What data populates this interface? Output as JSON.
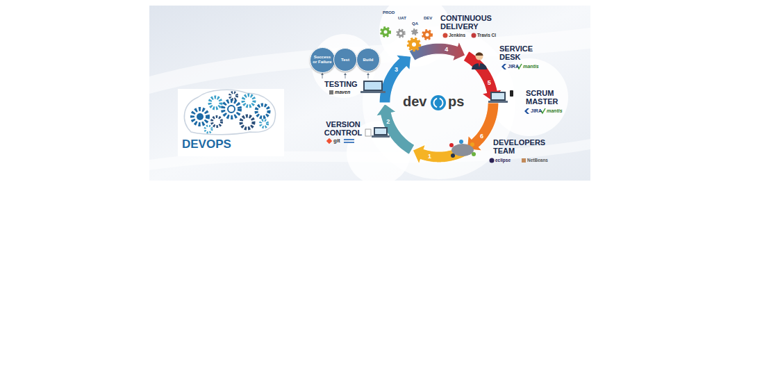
{
  "diagram": {
    "nodes": [
      {
        "text": [
          "Success or Failure"
        ]
      },
      {
        "text": [
          "Test"
        ]
      },
      {
        "text": [
          "Build"
        ]
      }
    ],
    "labels": [
      "DEVOPS",
      "PROD",
      "UAT",
      "QA",
      "DEV",
      "CONTINUOUS DELIVERY",
      "Jenkins",
      "Travis CI",
      "SERVICE DESK",
      "JIRA",
      "mantis",
      "SCRUM MASTER",
      "JIRA",
      "mantis",
      "DEVELOPERS TEAM",
      "eclipse",
      "NetBeans",
      "VERSION CONTROL",
      "git",
      "TESTING",
      "maven",
      "dev",
      "ps",
      "1",
      "2",
      "3",
      "4",
      "5",
      "6"
    ]
  }
}
